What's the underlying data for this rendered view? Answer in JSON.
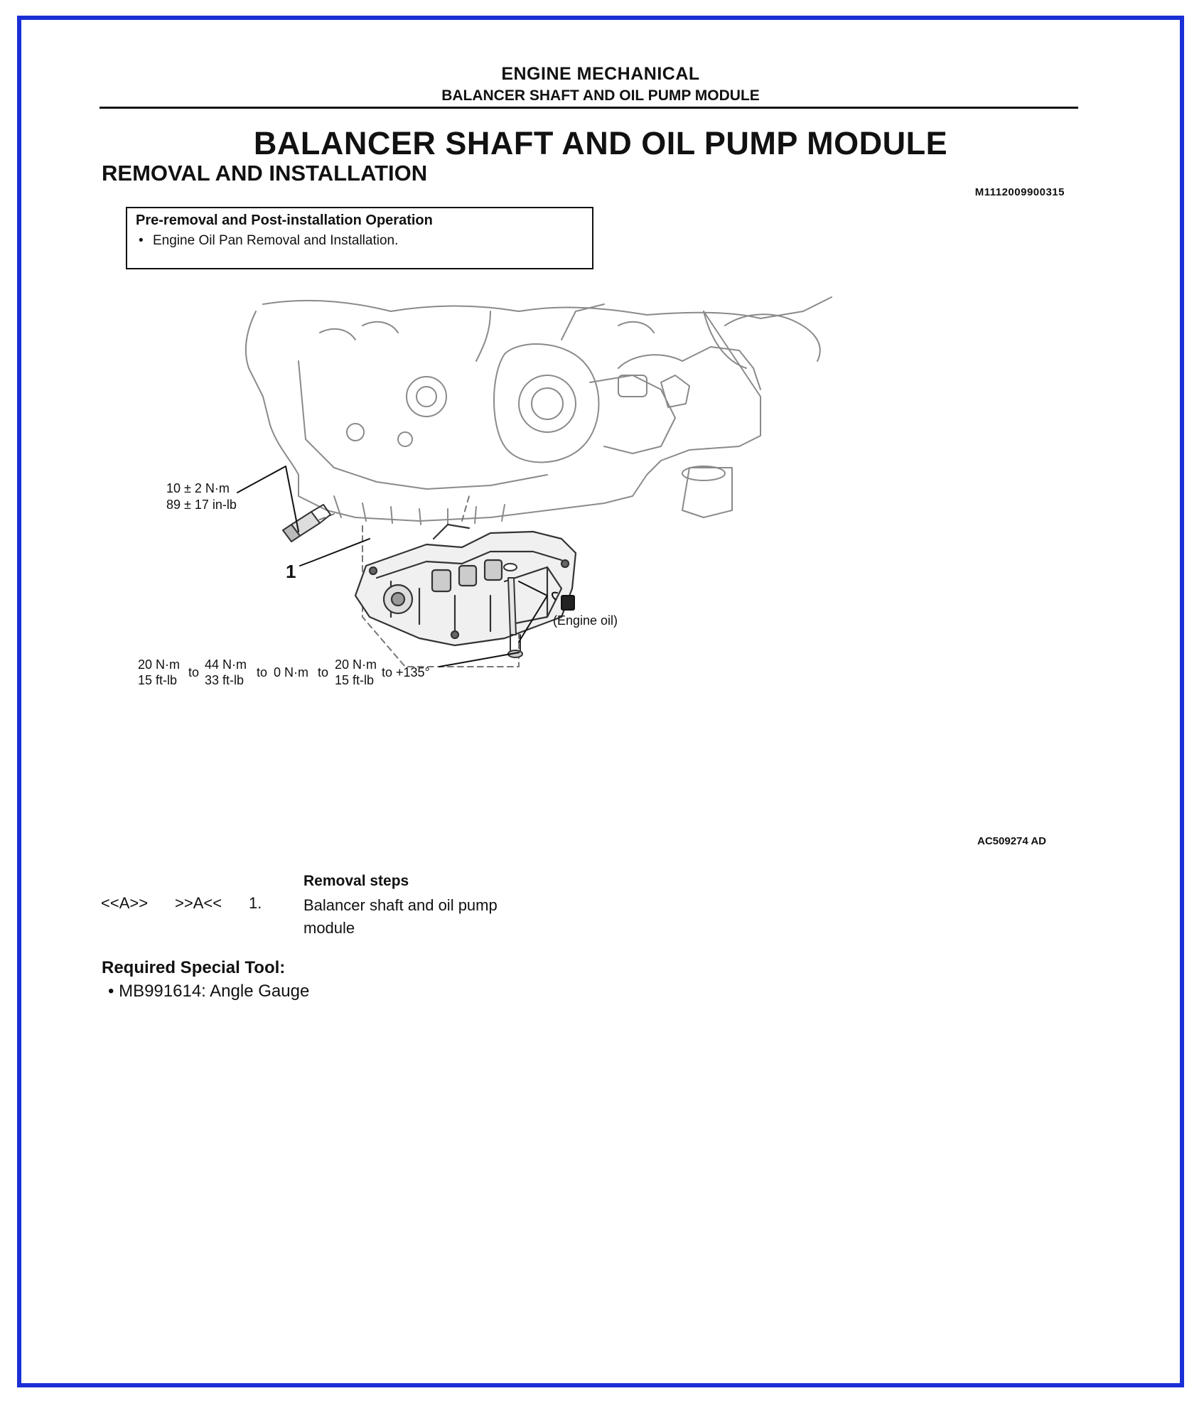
{
  "header": {
    "section": "ENGINE MECHANICAL",
    "subsection": "BALANCER SHAFT AND OIL PUMP MODULE"
  },
  "title": "BALANCER SHAFT AND OIL PUMP MODULE",
  "section_title": "REMOVAL AND INSTALLATION",
  "doc_id": "M1112009900315",
  "pre_box": {
    "title": "Pre-removal and Post-installation Operation",
    "bullet": "•",
    "item": "Engine Oil Pan Removal and Installation."
  },
  "figure": {
    "torque_bolt_nm": "10 ± 2 N·m",
    "torque_bolt_inlb": "89 ± 17 in-lb",
    "part_number_label": "1",
    "engine_oil_label": "(Engine oil)",
    "sequence": {
      "s1_nm": "20 N·m",
      "s1_ftlb": "15 ft-lb",
      "to1": "to",
      "s2_nm": "44 N·m",
      "s2_ftlb": "33 ft-lb",
      "to2": "to",
      "s3": "0 N·m",
      "to3": "to",
      "s4_nm": "20 N·m",
      "s4_ftlb": "15 ft-lb",
      "s5": "to +135°"
    },
    "figure_id": "AC509274 AD"
  },
  "steps": {
    "heading": "Removal steps",
    "rows": [
      {
        "removal_ref": "<<A>>",
        "install_ref": ">>A<<",
        "number": "1.",
        "description": "Balancer shaft and oil pump module"
      }
    ]
  },
  "tools": {
    "heading": "Required Special Tool:",
    "bullet": "•",
    "item": "MB991614: Angle Gauge"
  }
}
